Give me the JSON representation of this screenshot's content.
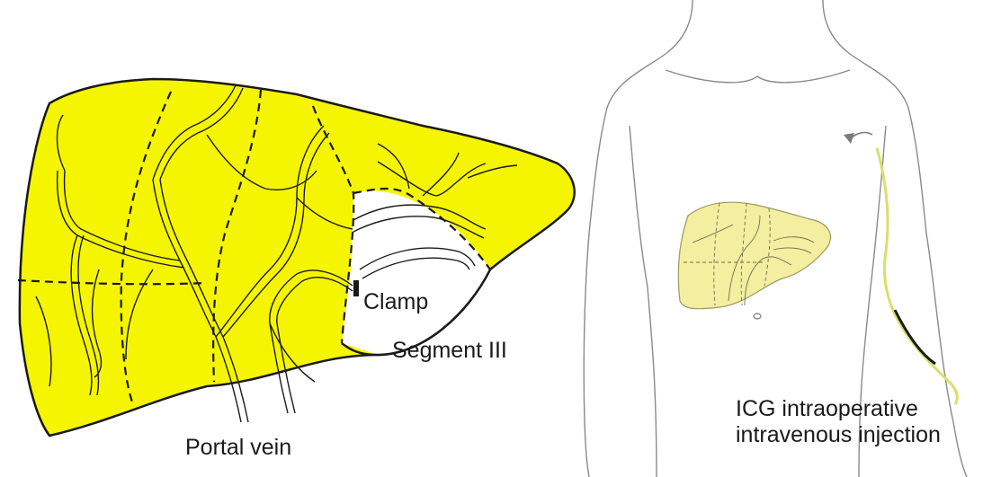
{
  "labels": {
    "clamp": "Clamp",
    "segment": "Segment III",
    "portal_vein": "Portal vein",
    "icg_line1": "ICG intraoperative",
    "icg_line2": "intravenous injection"
  },
  "colors": {
    "liver_fill": "#f5f500",
    "liver_small_fill": "#f3eea0",
    "outline": "#1a1a1a",
    "body_outline": "#888888",
    "catheter": "#d7e06a"
  }
}
